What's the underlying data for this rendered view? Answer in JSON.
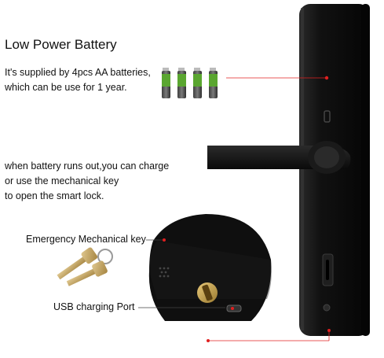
{
  "title": "Low Power Battery",
  "battery_text": {
    "line1": "It's supplied by 4pcs AA batteries,",
    "line2": "which can be use for 1 year."
  },
  "charge_text": {
    "line1": "when battery runs out,you can charge",
    "line2": "or use the mechanical key",
    "line3": "to open the smart lock."
  },
  "callouts": {
    "key": "Emergency Mechanical key",
    "usb": "USB charging Port"
  },
  "battery_count": 4,
  "colors": {
    "lock_body": "#121212",
    "battery_green": "#5aa630",
    "callout_line": "#e02020",
    "gold": "#c9a24a"
  }
}
